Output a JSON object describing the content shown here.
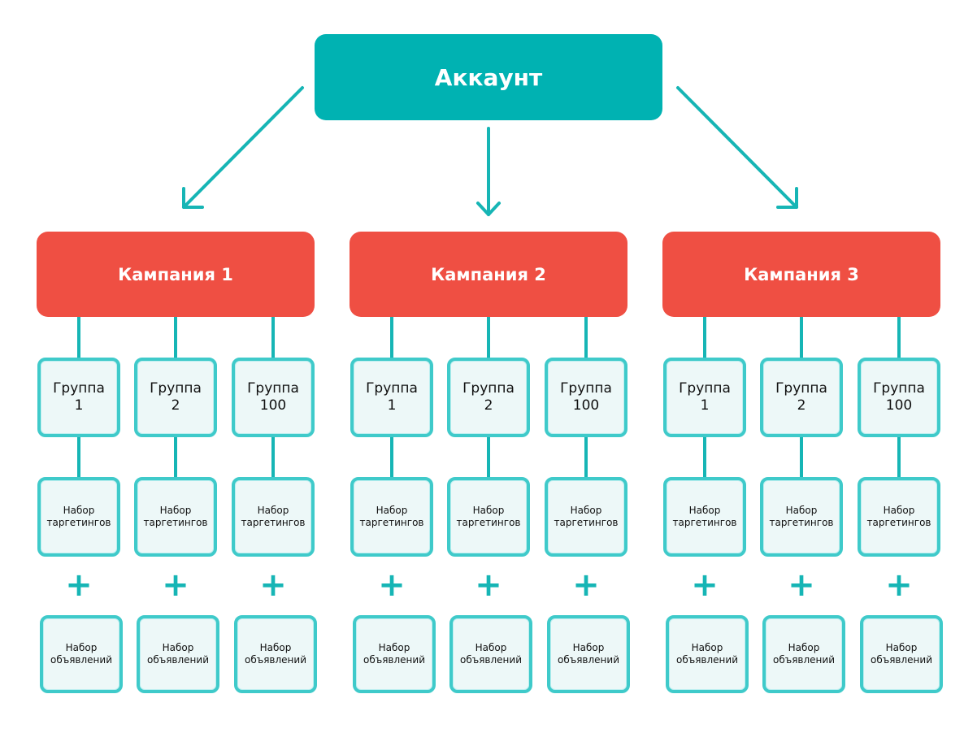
{
  "root_label": "Аккаунт",
  "plus_symbol": "+",
  "colors": {
    "teal": "#00b2b2",
    "red": "#ef4f43",
    "box_border": "#3fcaca",
    "box_fill": "#edf8f8"
  },
  "campaigns": [
    {
      "label": "Кампания 1",
      "groups": [
        {
          "line1": "Группа",
          "line2": "1"
        },
        {
          "line1": "Группа",
          "line2": "2"
        },
        {
          "line1": "Группа",
          "line2": "100"
        }
      ]
    },
    {
      "label": "Кампания 2",
      "groups": [
        {
          "line1": "Группа",
          "line2": "1"
        },
        {
          "line1": "Группа",
          "line2": "2"
        },
        {
          "line1": "Группа",
          "line2": "100"
        }
      ]
    },
    {
      "label": "Кампания 3",
      "groups": [
        {
          "line1": "Группа",
          "line2": "1"
        },
        {
          "line1": "Группа",
          "line2": "2"
        },
        {
          "line1": "Группа",
          "line2": "100"
        }
      ]
    }
  ],
  "targeting_set": {
    "line1": "Набор",
    "line2": "таргетингов"
  },
  "ad_set": {
    "line1": "Набор",
    "line2": "объявлений"
  }
}
